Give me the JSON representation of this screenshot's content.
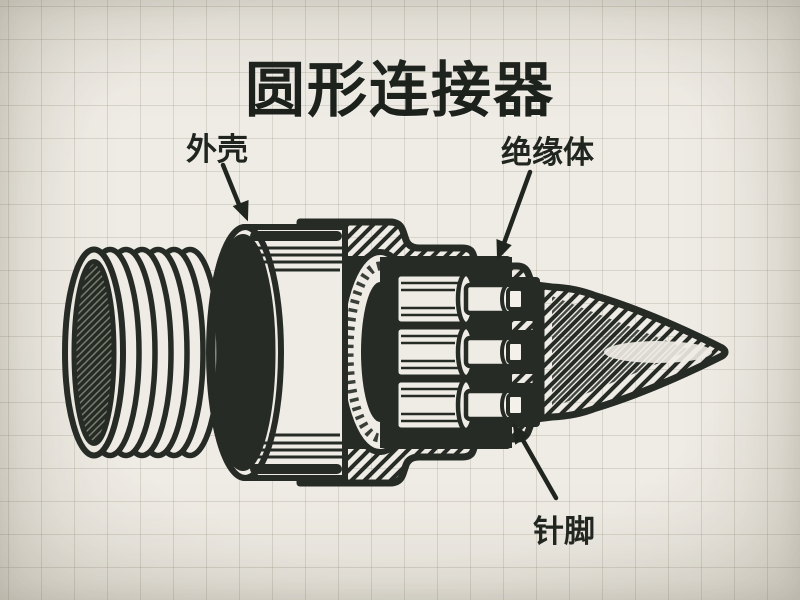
{
  "title": "圆形连接器",
  "annotations": {
    "shell": {
      "label": "外壳"
    },
    "insulator": {
      "label": "绝缘体"
    },
    "pins": {
      "label": "针脚"
    }
  },
  "style": {
    "paper_color": "#efece5",
    "grid_color": "#9c9683",
    "ink_color": "#262b26"
  },
  "diagram": {
    "type": "technical-cutaway-illustration",
    "subject": "circular connector cross-section"
  }
}
